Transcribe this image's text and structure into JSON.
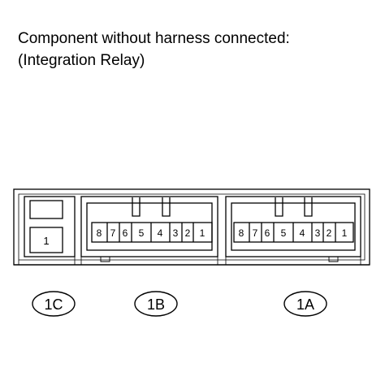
{
  "caption": {
    "line1": "Component without harness connected:",
    "line2": "(Integration Relay)"
  },
  "connectors": {
    "c1c": {
      "label": "1C",
      "pins": [
        "1"
      ]
    },
    "c1b": {
      "label": "1B",
      "pins": [
        "8",
        "7",
        "6",
        "5",
        "4",
        "3",
        "2",
        "1"
      ]
    },
    "c1a": {
      "label": "1A",
      "pins": [
        "8",
        "7",
        "6",
        "5",
        "4",
        "3",
        "2",
        "1"
      ]
    }
  }
}
